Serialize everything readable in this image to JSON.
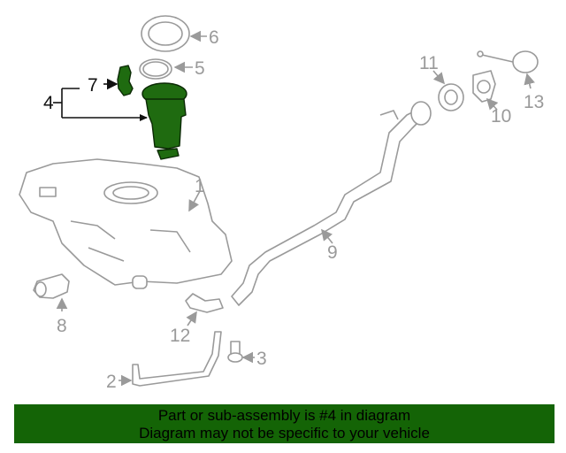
{
  "diagram": {
    "highlight_color": "#1f6b10",
    "callouts": {
      "c1": "1",
      "c2": "2",
      "c3": "3",
      "c4": "4",
      "c5": "5",
      "c6": "6",
      "c7": "7",
      "c8": "8",
      "c9": "9",
      "c10": "10",
      "c11": "11",
      "c12": "12",
      "c13": "13"
    },
    "highlighted_parts": [
      "4",
      "7"
    ]
  },
  "banner": {
    "line1": "Part or sub-assembly is #4 in diagram",
    "line2": "Diagram may not be specific to your vehicle",
    "background": "#146406"
  }
}
